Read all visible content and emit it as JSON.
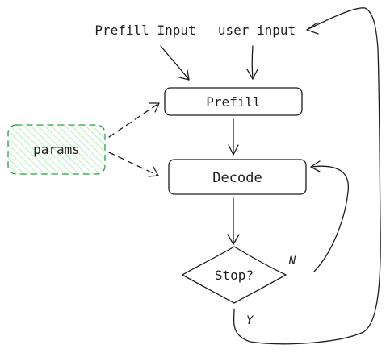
{
  "inputs": {
    "prefill_input": "Prefill Input",
    "user_input": "user input"
  },
  "nodes": {
    "params": "params",
    "prefill": "Prefill",
    "decode": "Decode",
    "stop": "Stop?"
  },
  "edges": {
    "no": "N",
    "yes": "Y"
  },
  "colors": {
    "ink": "#1e1e1e",
    "params_stroke": "#2f9e44",
    "params_hatch": "#b2f2bb"
  }
}
